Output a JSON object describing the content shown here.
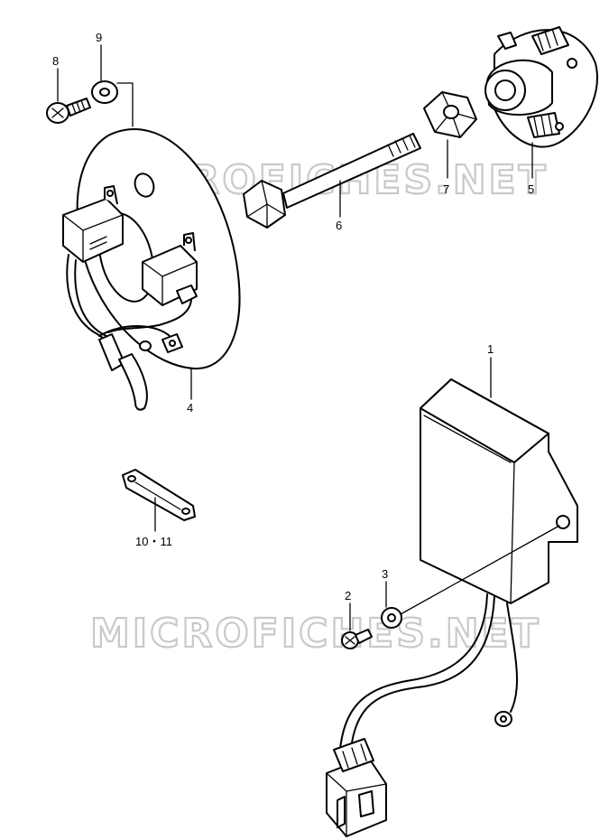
{
  "watermark": "MICROFICHES.NET",
  "callouts": {
    "p1": "1",
    "p2": "2",
    "p3": "3",
    "p4": "4",
    "p5": "5",
    "p6": "6",
    "p7": "7",
    "p8": "8",
    "p9": "9",
    "p10_11": "10・11"
  }
}
